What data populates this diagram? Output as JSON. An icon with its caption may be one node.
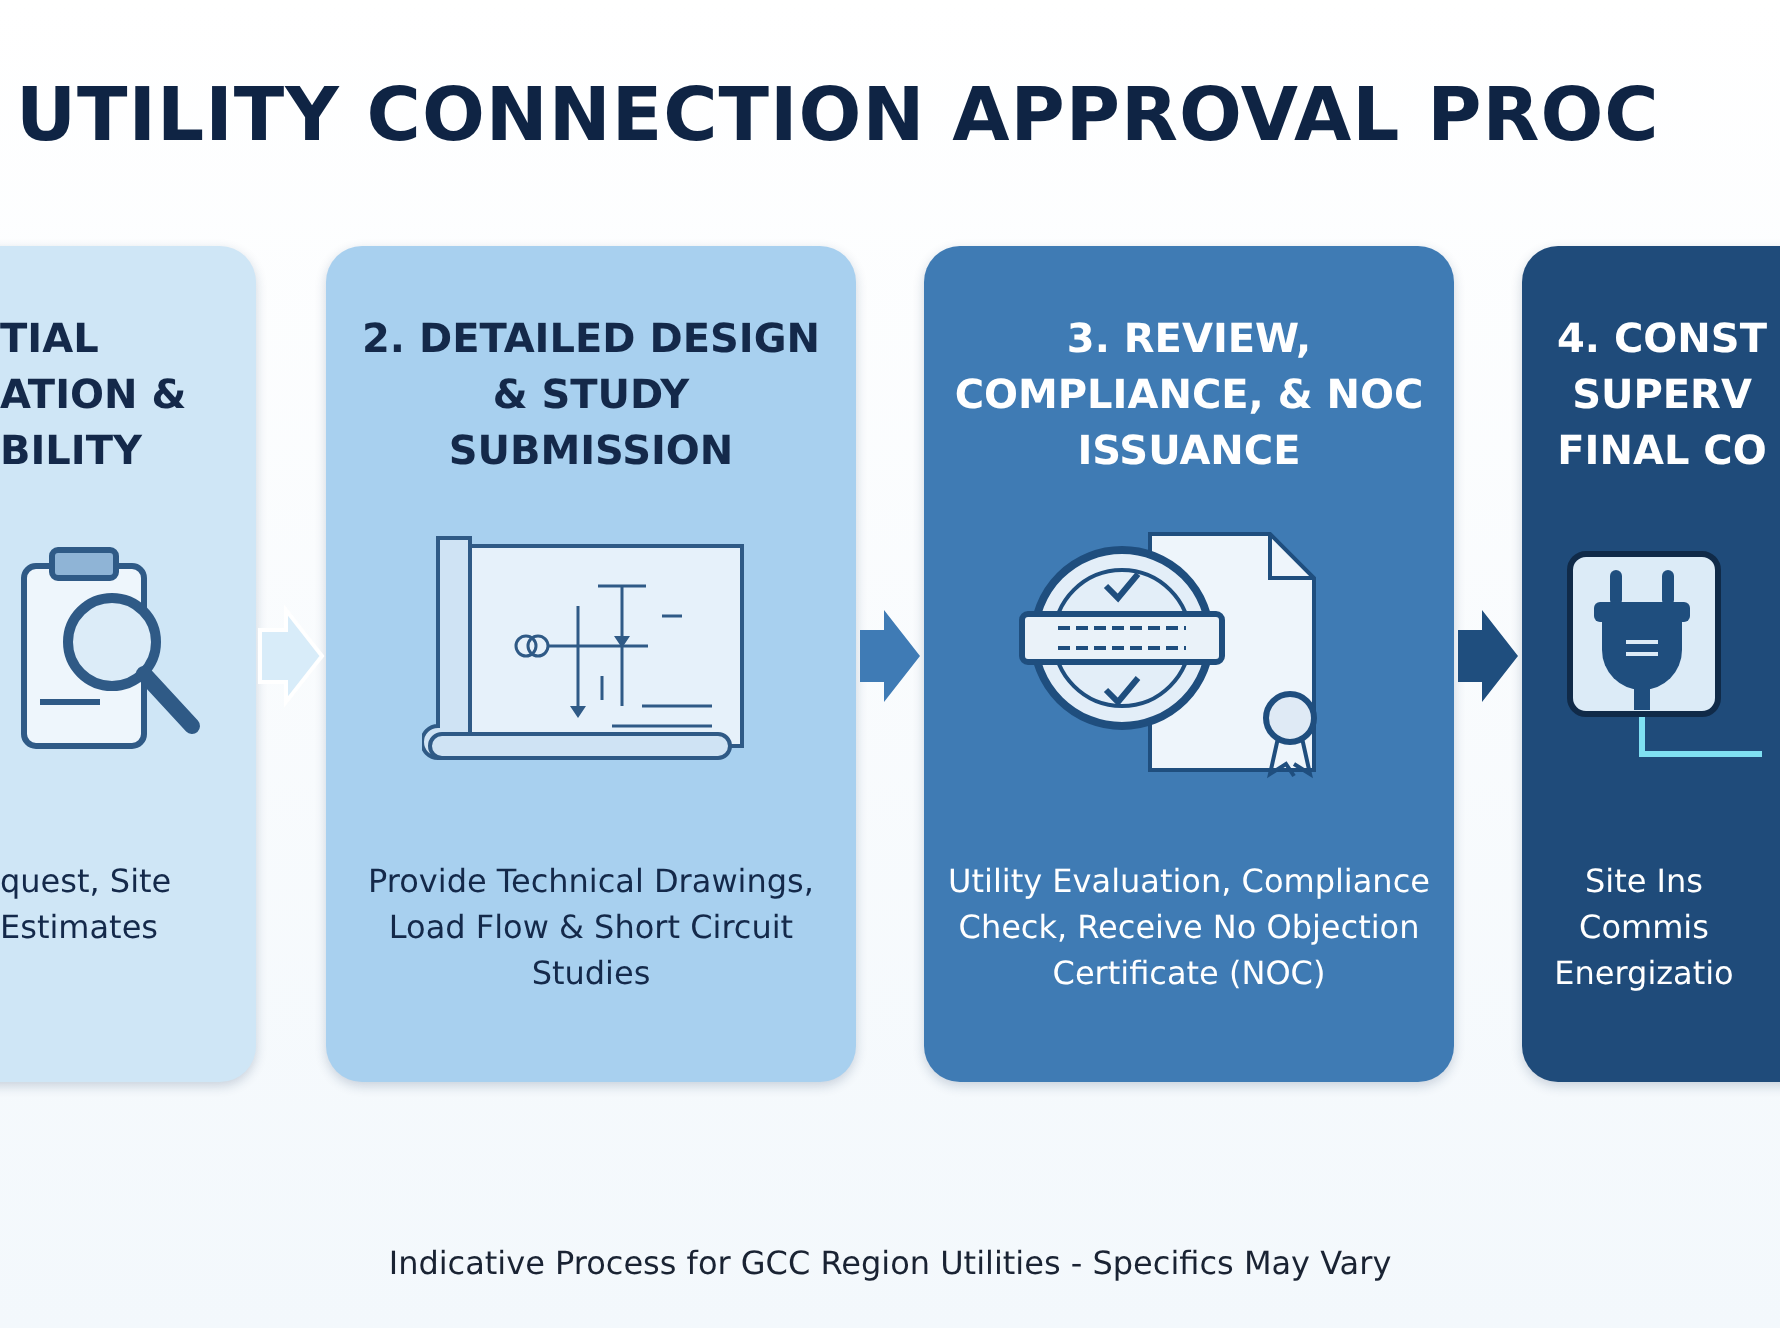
{
  "diagram": {
    "title": "UTILITY CONNECTION APPROVAL PROC",
    "nodes": [
      {
        "text": [
          "TIAL ATION & BILITY",
          "quest, Site Estimates"
        ]
      },
      {
        "text": [
          "2. DETAILED DESIGN & STUDY SUBMISSION",
          "Provide Technical Drawings, Load Flow & Short Circuit Studies"
        ]
      },
      {
        "text": [
          "3. REVIEW, COMPLIANCE, & NOC ISSUANCE",
          "Utility Evaluation, Compliance Check, Receive No Objection Certificate (NOC)"
        ]
      },
      {
        "text": [
          "4. CONST SUPERV FINAL CO",
          "Site Ins Commis Energizatio"
        ]
      }
    ],
    "edges": [
      {
        "from": 0,
        "to": 1,
        "arrow": "to",
        "color": "#d8ecf9"
      },
      {
        "from": 1,
        "to": 2,
        "arrow": "to",
        "color": "#3f7bb5"
      },
      {
        "from": 2,
        "to": 3,
        "arrow": "to",
        "color": "#1f4e7e"
      }
    ],
    "caption": "Indicative Process for GCC Region Utilities - Specifics May Vary"
  }
}
